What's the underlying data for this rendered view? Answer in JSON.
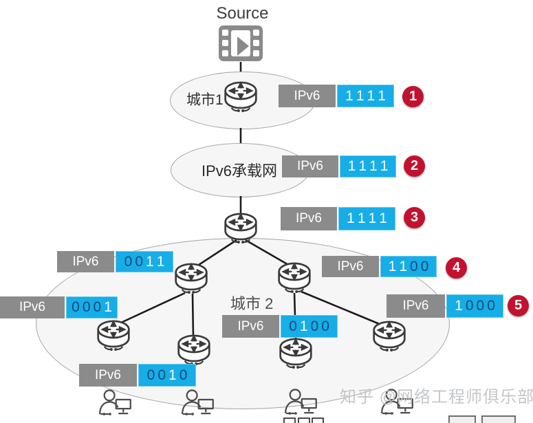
{
  "diagram": {
    "source_label": "Source",
    "city1_label": "城市1",
    "backbone_label": "IPv6承载网",
    "city2_label": "城市 2"
  },
  "packets": [
    {
      "proto": "IPv6",
      "bits": "1111",
      "badge": "1"
    },
    {
      "proto": "IPv6",
      "bits": "1111",
      "badge": "2"
    },
    {
      "proto": "IPv6",
      "bits": "1111",
      "badge": "3"
    },
    {
      "proto": "IPv6",
      "bits": "0011",
      "badge": null
    },
    {
      "proto": "IPv6",
      "bits": "0001",
      "badge": null
    },
    {
      "proto": "IPv6",
      "bits": "1100",
      "badge": "4"
    },
    {
      "proto": "IPv6",
      "bits": "1000",
      "badge": "5"
    },
    {
      "proto": "IPv6",
      "bits": "0100",
      "badge": null
    },
    {
      "proto": "IPv6",
      "bits": "0010",
      "badge": null
    }
  ],
  "watermark": {
    "text": "知乎 @网络工程师俱乐部"
  },
  "colors": {
    "packet_proto_bg": "#8b8b8b",
    "packet_bits_bg": "#17ade6",
    "bit_one": "#f4fdff",
    "bit_zero": "#174a7e",
    "badge_bg": "#c2122f",
    "line": "#1c1c1c"
  }
}
